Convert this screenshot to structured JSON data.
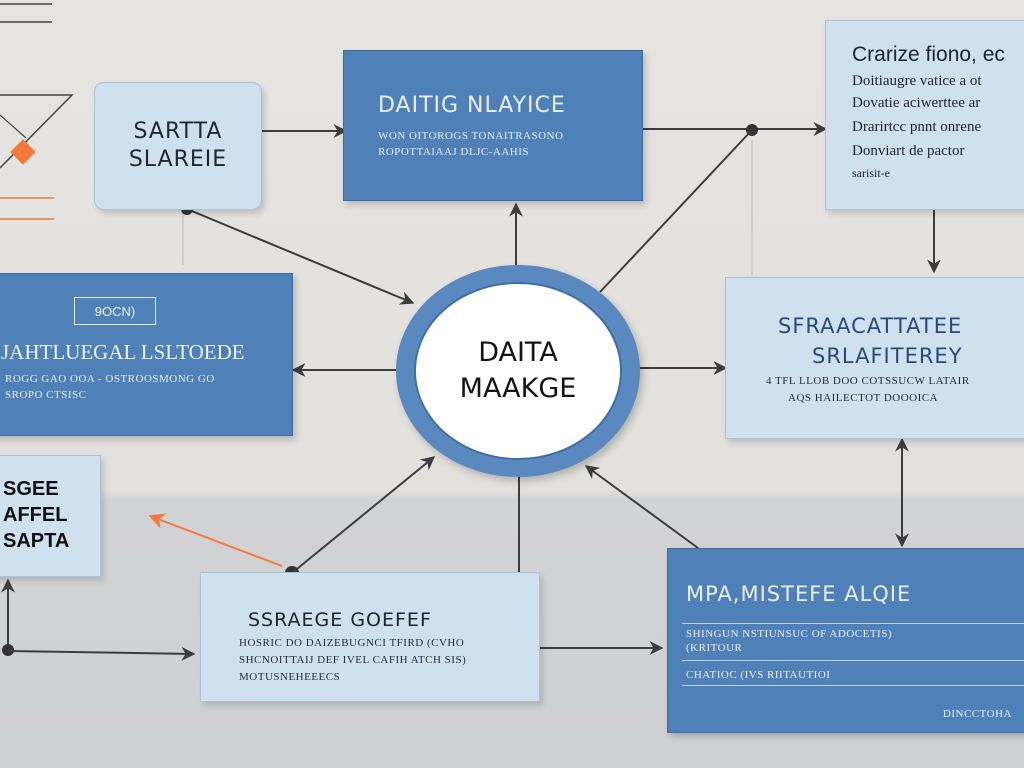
{
  "start_node": {
    "line1": "SARTTA",
    "line2": "SLAREIE"
  },
  "top_node": {
    "title": "DAITIG NLAYICE",
    "line1": "WON OITOROGS TONAITRASONO",
    "line2": "ROPOTTAIAAJ DLJC-AAHIS"
  },
  "top_right_node": {
    "title": "Crarize fiono, ec",
    "lines": [
      "Doitiaugre vatice a ot",
      "Dovatie aciwerttee ar",
      "Drarirtcc pnnt onrene",
      "Donviart de pactor",
      "sarisit-e"
    ]
  },
  "left_node": {
    "tag": "9OCN)",
    "title": "Jahtluegal lsltoede",
    "line1": "ROGG GAO OOA - OSTROOSMONG GO",
    "line2": "SROPO CTSISC"
  },
  "center_node": {
    "line1": "DAITA",
    "line2": "MAAKGE"
  },
  "right_node": {
    "line1": "SFRAACATTATEE",
    "line2": "SRLAFITEREY",
    "line3": "4 TFL LLOB DOO COTSSUCW LATAIR",
    "line4": "AQS HAILECTOT DOOOICA"
  },
  "side_node": {
    "lines": [
      "SGEE",
      "AFFEL",
      "SAPTA"
    ]
  },
  "bottom_node": {
    "title": "SSRAEGE GOEFEF",
    "line1": "HOSRIC DO DAIZEBUGNCI TFIRD (CVHO",
    "line2": "SHCNOITTAIJ DEF IVEL CAFIH ATCH SIS)",
    "line3": "MOTUSNEHEEECS"
  },
  "bottom_right_node": {
    "title": "MPA,MISTEFE ALQIE",
    "line1": "SHINGUN NSTIUNSUC OF ADOCETIS)",
    "line2": "(KRITOUR",
    "line3": "CHATIOC (IVS RIITAUTIOI",
    "line4": "DINCCTOHA"
  },
  "colors": {
    "dark_box": "#4f80b8",
    "light_box": "#cfe0ef",
    "arrow": "#3d3d3d",
    "accent": "#f07a3c"
  }
}
